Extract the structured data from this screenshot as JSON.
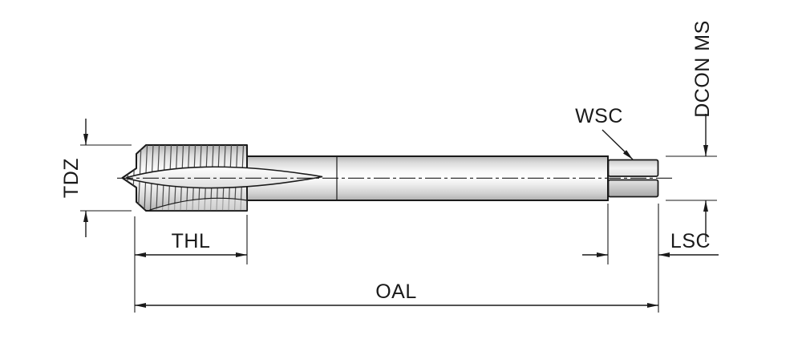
{
  "labels": {
    "thread_diameter": "TDZ",
    "thread_length": "THL",
    "overall_length": "OAL",
    "square_width": "WSC",
    "shank_diameter": "DCON MS",
    "square_length": "LSC"
  },
  "colors": {
    "line": "#1a1a1a",
    "background": "#ffffff",
    "body_highlight": "#ffffff",
    "body_shadow": "#b0b0b0"
  }
}
